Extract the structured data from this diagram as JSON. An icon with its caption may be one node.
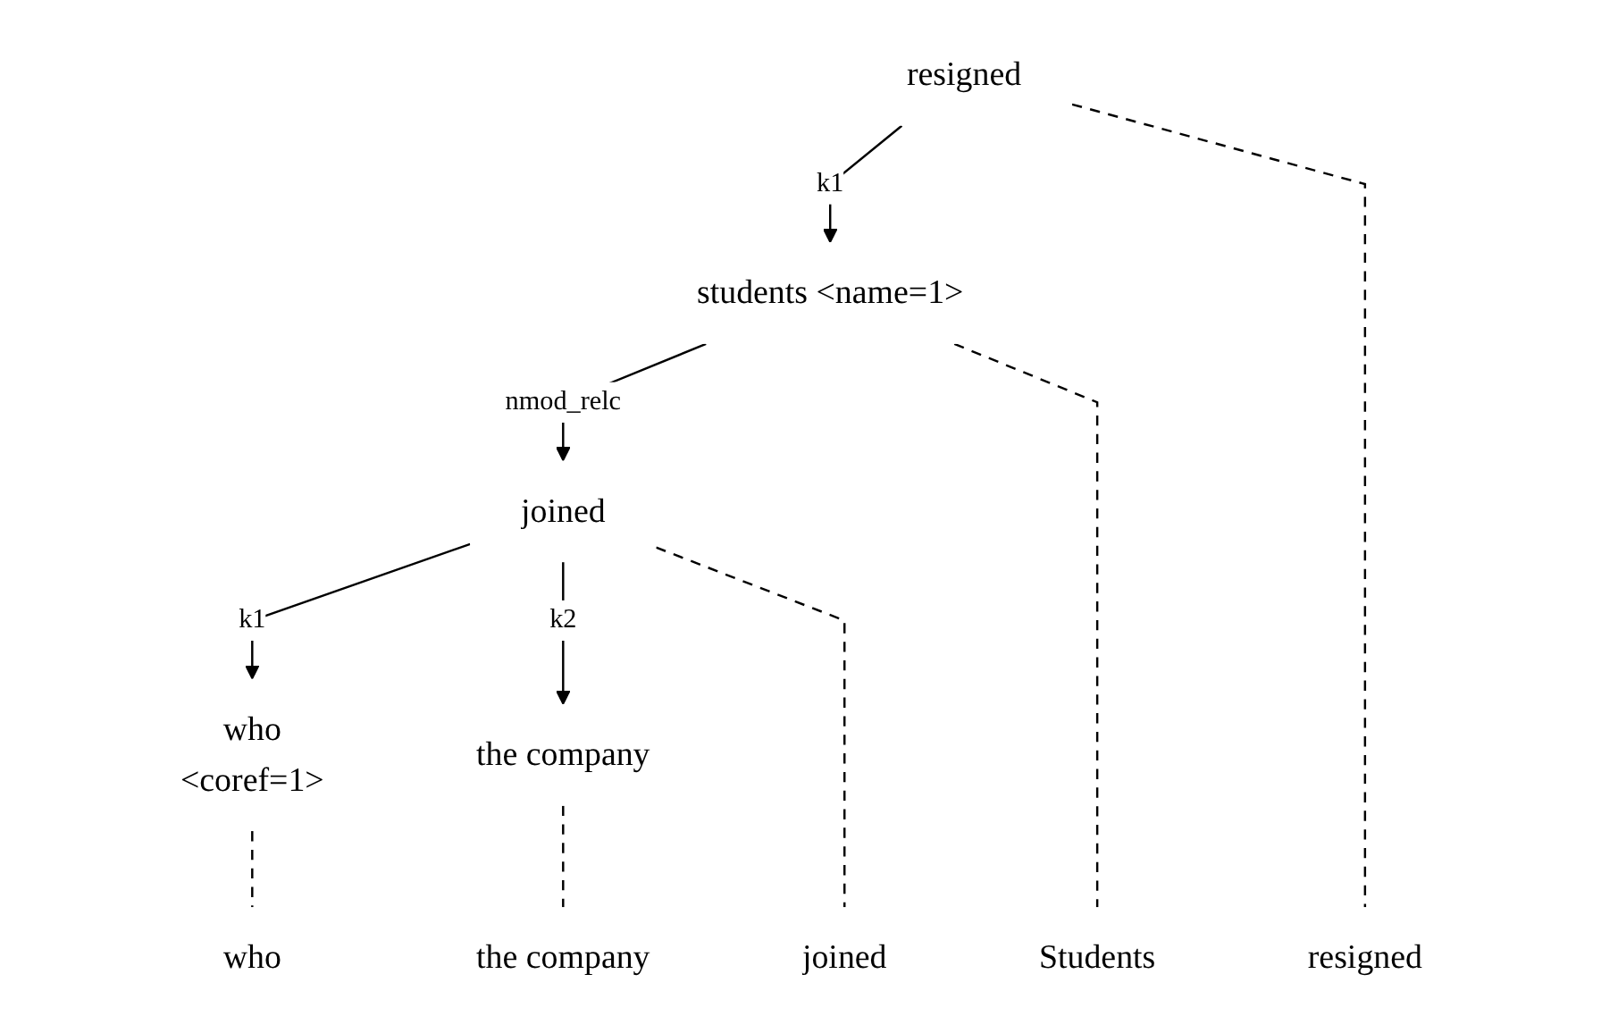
{
  "diagram": {
    "nodes": [
      {
        "text": [
          "resigned"
        ]
      },
      {
        "text": [
          "students <name=1>"
        ]
      },
      {
        "text": [
          "joined"
        ]
      },
      {
        "text": [
          "who",
          "<coref=1>"
        ]
      },
      {
        "text": [
          "the company"
        ]
      },
      {
        "text": [
          "Students"
        ]
      },
      {
        "text": [
          "who"
        ]
      },
      {
        "text": [
          "joined"
        ]
      },
      {
        "text": [
          "the company"
        ]
      },
      {
        "text": [
          "resigned"
        ]
      }
    ],
    "edges": [
      {
        "from": 0,
        "to": 1,
        "arrow": "to",
        "label": "k1"
      },
      {
        "from": 1,
        "to": 2,
        "arrow": "to",
        "label": "nmod_relc"
      },
      {
        "from": 2,
        "to": 3,
        "arrow": "to",
        "label": "k1"
      },
      {
        "from": 2,
        "to": 4,
        "arrow": "to",
        "label": "k2"
      },
      {
        "from": 1,
        "to": 5,
        "arrow": "none",
        "style": "dashed"
      },
      {
        "from": 3,
        "to": 6,
        "arrow": "none",
        "style": "dashed"
      },
      {
        "from": 2,
        "to": 7,
        "arrow": "none",
        "style": "dashed"
      },
      {
        "from": 4,
        "to": 8,
        "arrow": "none",
        "style": "dashed"
      },
      {
        "from": 0,
        "to": 9,
        "arrow": "none",
        "style": "dashed"
      }
    ]
  }
}
